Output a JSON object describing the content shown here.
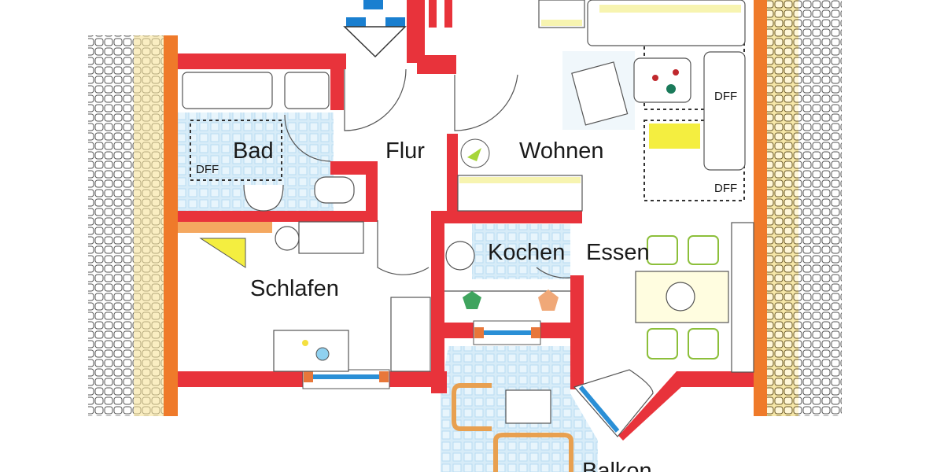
{
  "plan": {
    "rooms": {
      "bad": "Bad",
      "flur": "Flur",
      "wohnen": "Wohnen",
      "schlafen": "Schlafen",
      "kochen": "Kochen",
      "essen": "Essen",
      "balkon": "Balkon"
    },
    "markers": {
      "dff_bad": "DFF",
      "dff_wohnen_1": "DFF",
      "dff_wohnen_2": "DFF"
    },
    "icons": [
      "entrance-arrow-icon",
      "window-icon",
      "door-swing-icon",
      "pot-plant-icon"
    ],
    "colors": {
      "wall": "#e8333b",
      "outer_wall": "#ef7a2a",
      "tile": "#d7ecf8",
      "window": "#2a8fd6",
      "entrance_arrow": "#1a7fd0",
      "furniture_accent": "#f4ee60"
    }
  }
}
